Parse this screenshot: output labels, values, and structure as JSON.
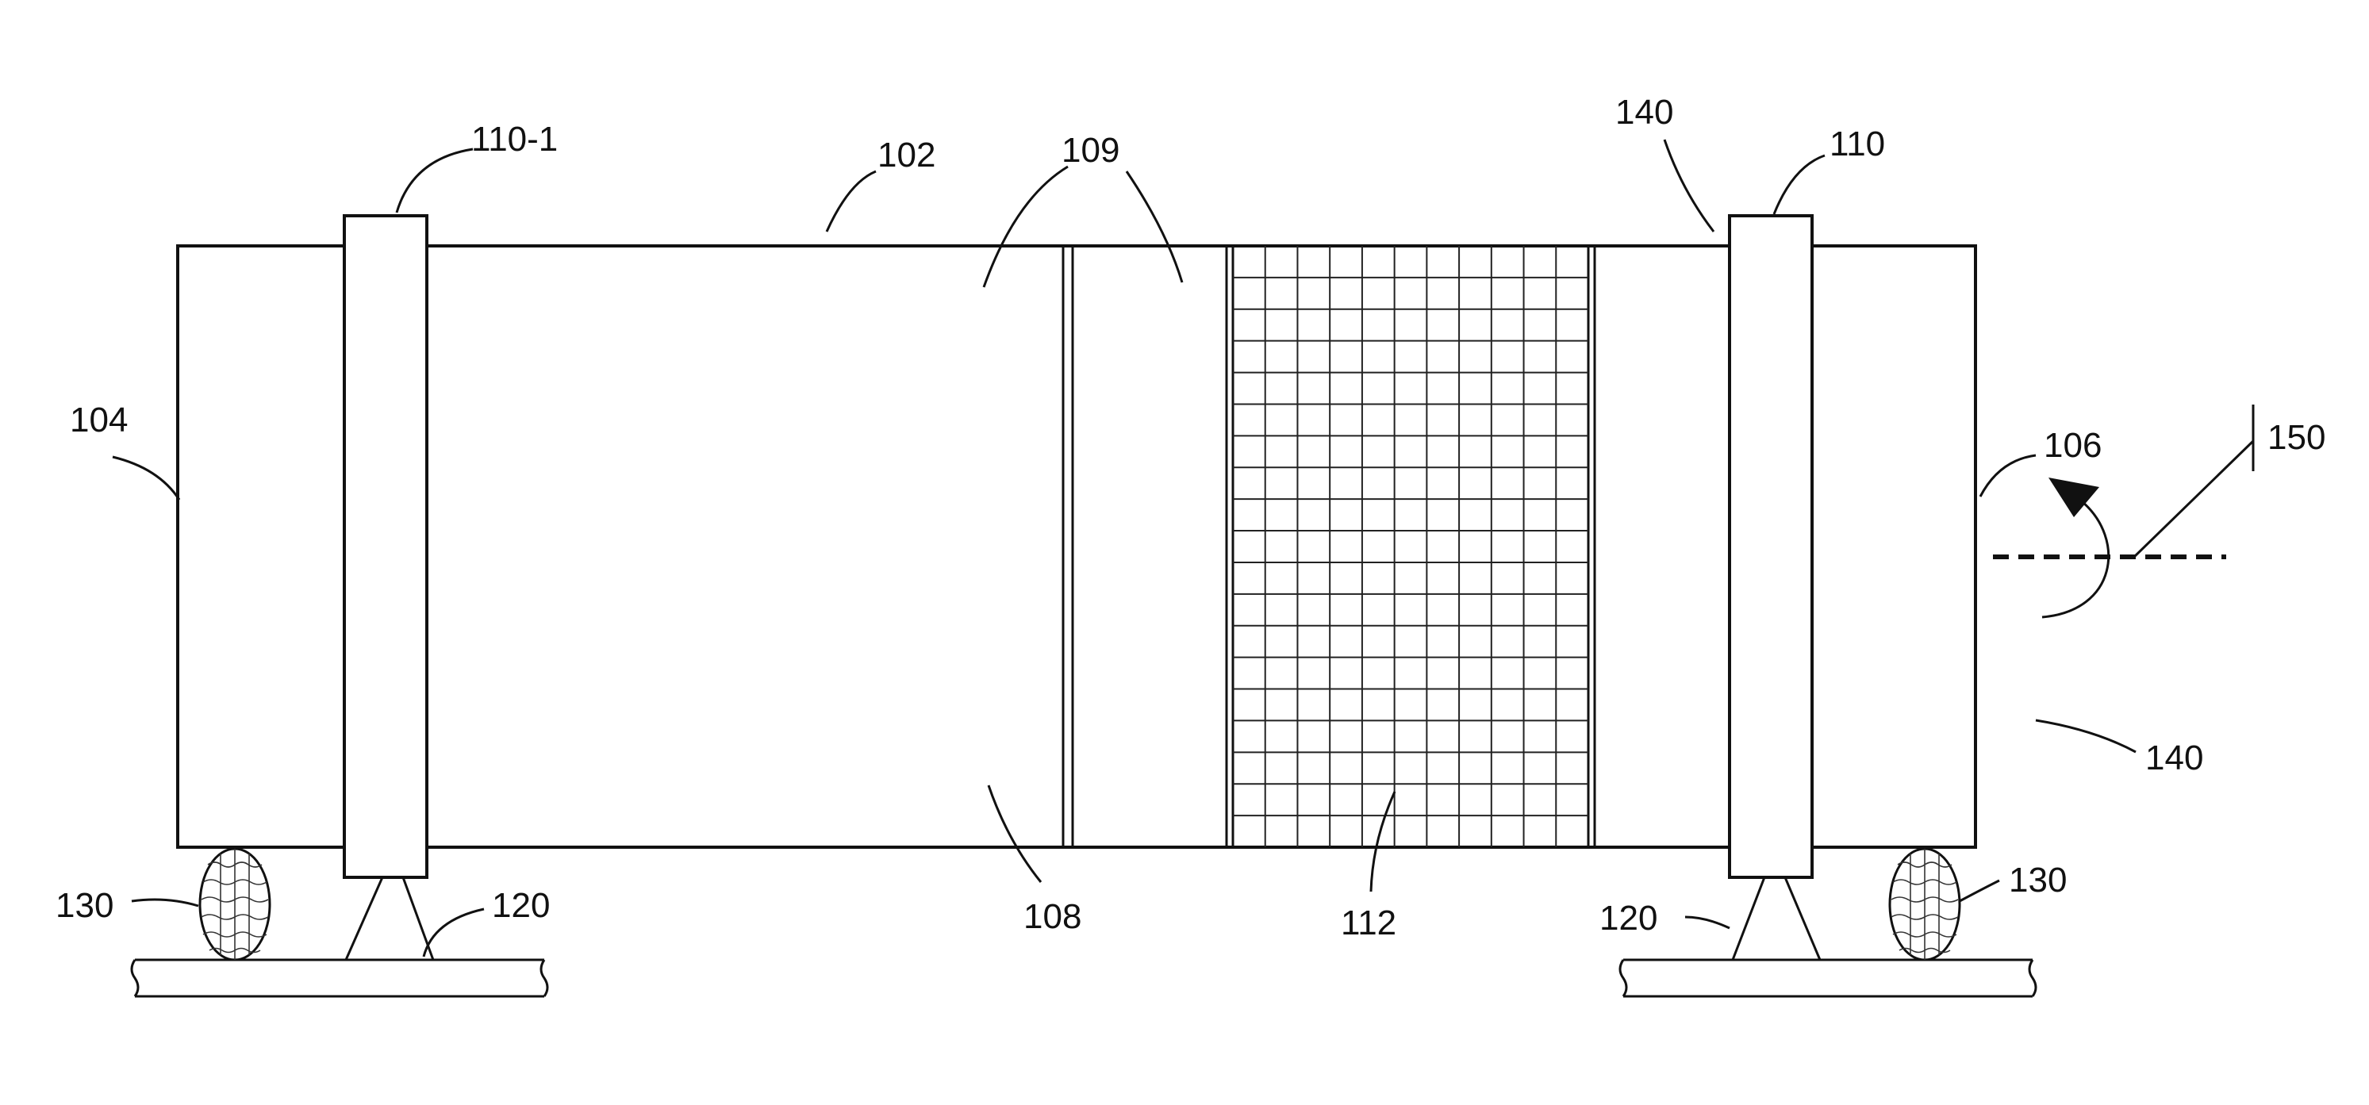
{
  "labels": {
    "drum": "102",
    "first_end": "104",
    "second_end": "106",
    "seam": "108",
    "sections": "109",
    "ring_left": "110-1",
    "ring_right": "110",
    "screen": "112",
    "support_left": "120",
    "support_right": "120",
    "roller_left": "130",
    "roller_right": "130",
    "interior_top": "140",
    "interior_right": "140",
    "axis": "150"
  }
}
